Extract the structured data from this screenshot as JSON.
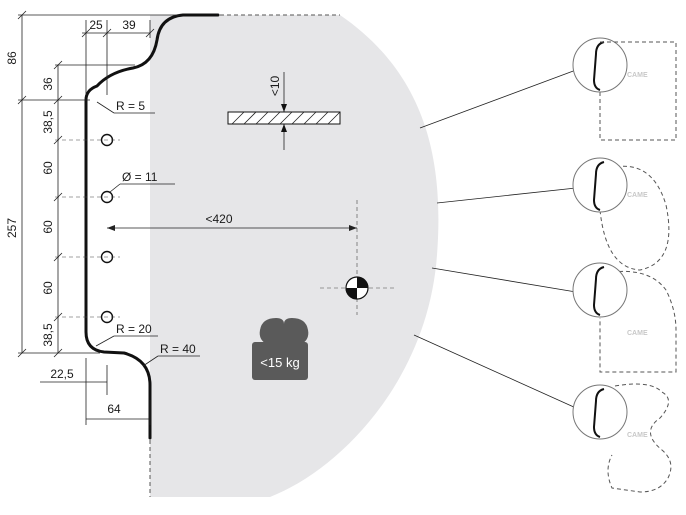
{
  "dimensions": {
    "d86": "86",
    "d25": "25",
    "d39": "39",
    "d36": "36",
    "d38a": "38,5",
    "d60a": "60",
    "d60b": "60",
    "d60c": "60",
    "d38b": "38,5",
    "d257": "257",
    "d22": "22,5",
    "d64": "64",
    "d420": "<420",
    "d10": "<10"
  },
  "annotations": {
    "r5": "R = 5",
    "hole_diameter": "Ø = 11",
    "r20": "R = 20",
    "r40": "R = 40"
  },
  "weight_label": "<15 kg",
  "brand": "CAME",
  "colors": {
    "leaf_fill": "#e6e6e8",
    "weight_fill": "#5a5a5a",
    "profile_stroke": "#111111"
  },
  "icons": [
    "center-of-gravity-icon",
    "weight-icon",
    "hatched-thickness-icon"
  ]
}
